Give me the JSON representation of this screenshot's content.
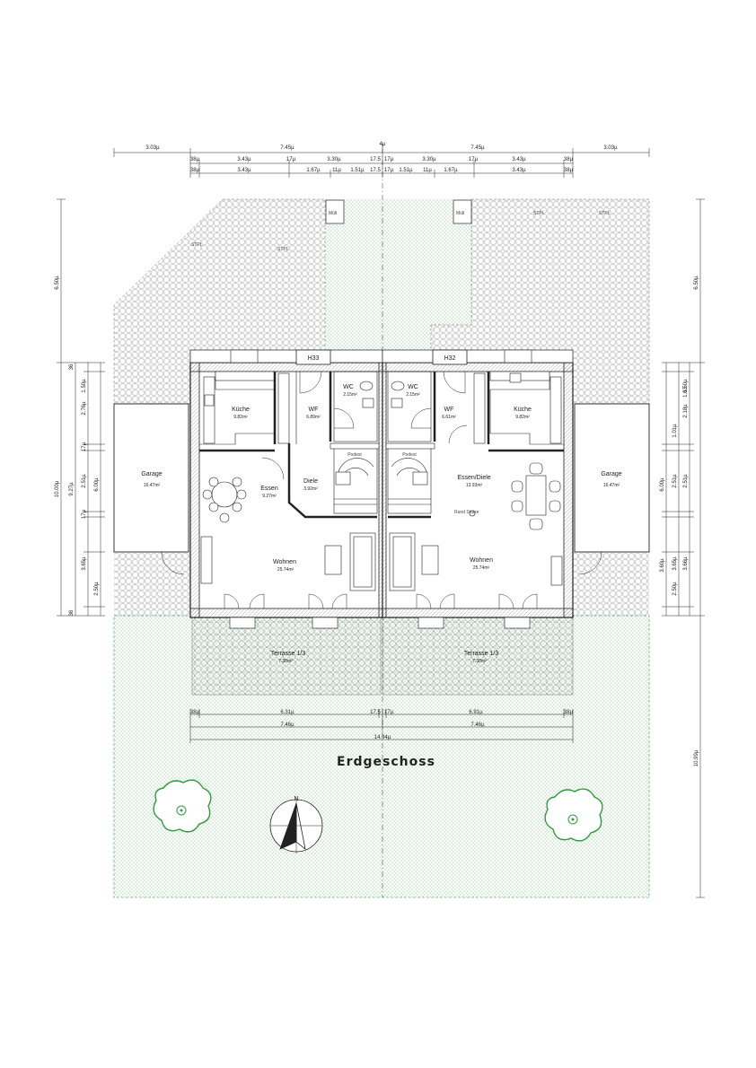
{
  "drawing": {
    "title": "Erdgeschoss",
    "north_label": "N"
  },
  "dimensions": {
    "top_row1": [
      "3.03µ",
      "7.45µ",
      "4µ",
      "7.45µ",
      "3.03µ"
    ],
    "top_row2": [
      "38µ",
      "3.43µ",
      "17µ",
      "3.30µ",
      "17.5",
      "17µ",
      "3.30µ",
      "17µ",
      "3.43µ",
      "38µ"
    ],
    "top_row3": [
      "38µ",
      "3.43µ",
      "1.67µ",
      "11µ",
      "1.51µ",
      "17.5",
      "17µ",
      "1.51µ",
      "11µ",
      "1.67µ",
      "3.43µ",
      "38µ"
    ],
    "left_outer": [
      "6.50µ",
      "10.00µ"
    ],
    "left_mid": [
      "9.27µ"
    ],
    "left_inner": [
      "1.50µ",
      "2.76µ",
      "17µ",
      "2.51µ",
      "17µ",
      "3.65µ",
      "2.50µ",
      "36",
      "36"
    ],
    "left_inner2": [
      "6.00µ"
    ],
    "right_outer": [
      "6.50µ",
      "10.99µ"
    ],
    "right_inner": [
      "1.50µ",
      "1.63",
      "2.18µ",
      "1.01µ",
      "2.51µ",
      "3.65µ",
      "2.50µ"
    ],
    "right_inner2": [
      "6.00µ",
      "2.51µ",
      "3.66µ",
      "3.60µ"
    ],
    "bottom_row1": [
      "38µ",
      "6.31µ",
      "17.5",
      "17µ",
      "6.91µ",
      "38µ"
    ],
    "bottom_row2": [
      "7.46µ",
      "7.46µ"
    ],
    "bottom_row3": [
      "14.94µ"
    ]
  },
  "labels": {
    "stpl": [
      "STPL",
      "STPL",
      "STPL",
      "STPL"
    ],
    "muell": [
      "Müll",
      "Müll"
    ],
    "house_left": "H33",
    "house_right": "H32",
    "treppe": [
      "Podest",
      "Podest"
    ],
    "stuetze": "Rund\nStütze"
  },
  "rooms": [
    {
      "name": "Küche",
      "area": "9.82m²"
    },
    {
      "name": "WF",
      "area": "6.89m²"
    },
    {
      "name": "WC",
      "area": "2.15m²"
    },
    {
      "name": "Essen",
      "area": "9.27m²"
    },
    {
      "name": "Diele",
      "area": "3.92m²"
    },
    {
      "name": "Wohnen",
      "area": "25.74m²"
    },
    {
      "name": "Garage",
      "area": "16.47m²"
    },
    {
      "name": "Terrasse 1/3",
      "area": "7.38m²"
    },
    {
      "name": "WC",
      "area": "2.15m²"
    },
    {
      "name": "WF",
      "area": "6.61m²"
    },
    {
      "name": "Küche",
      "area": "9.82m²"
    },
    {
      "name": "Essen/Diele",
      "area": "13.93m²"
    },
    {
      "name": "Wohnen",
      "area": "25.74m²"
    },
    {
      "name": "Garage",
      "area": "16.47m²"
    },
    {
      "name": "Terrasse 1/3",
      "area": "7.38m²"
    }
  ],
  "colors": {
    "grass": "#2e9b3a",
    "paving": "#999999",
    "wall": "#222222",
    "tree": "#2e9b3a"
  }
}
